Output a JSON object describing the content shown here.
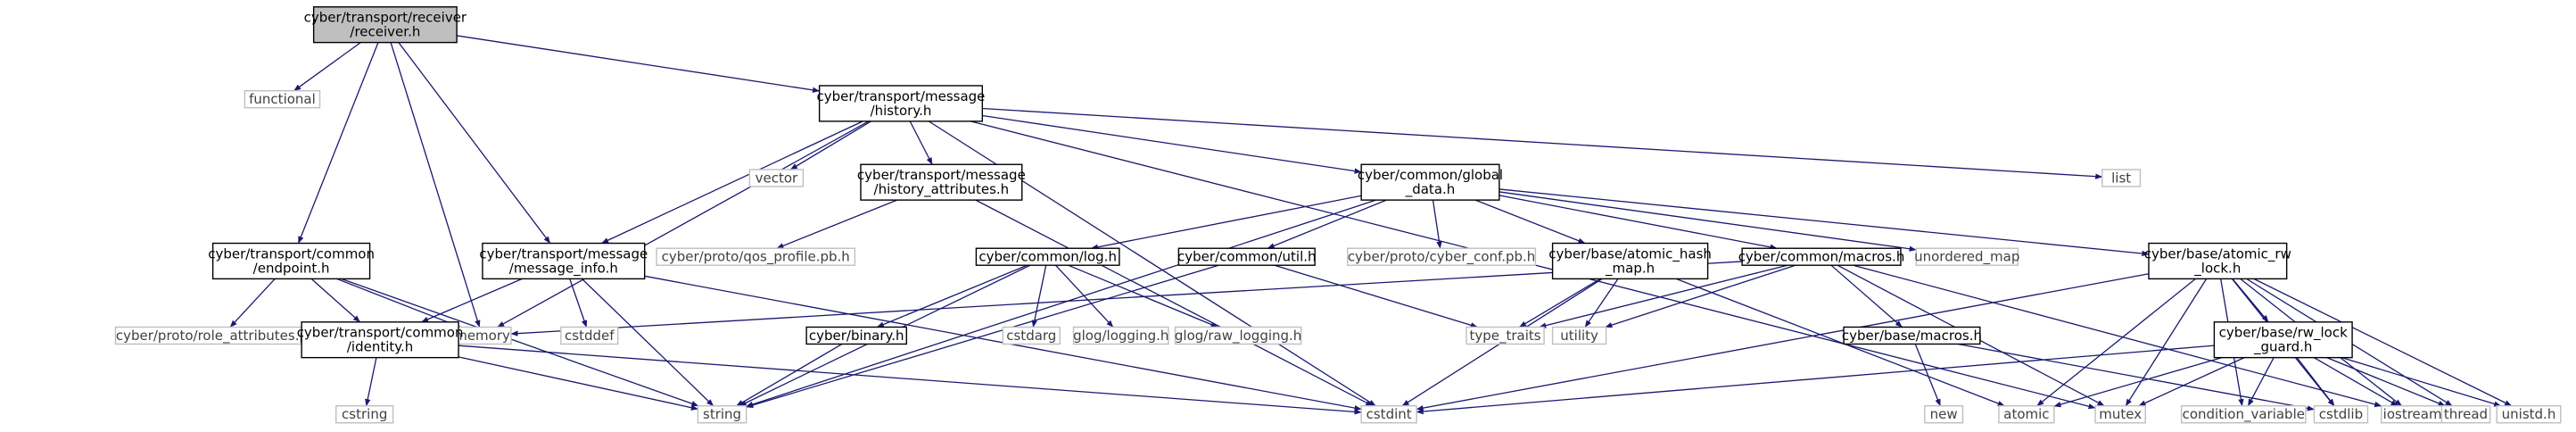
{
  "colors": {
    "edge": "#191970",
    "main_border": "#000000",
    "ext_border": "#bfbfbf",
    "ext_text": "#404040",
    "root_fill": "#bfbfbf",
    "text": "#000000"
  },
  "nodes": {
    "receiver": {
      "kind": "root",
      "lines": [
        "cyber/transport/receiver",
        "/receiver.h"
      ]
    },
    "functional": {
      "kind": "ext",
      "lines": [
        "functional"
      ]
    },
    "history": {
      "kind": "file",
      "lines": [
        "cyber/transport/message",
        "/history.h"
      ]
    },
    "vector": {
      "kind": "ext",
      "lines": [
        "vector"
      ]
    },
    "history_attr": {
      "kind": "file",
      "lines": [
        "cyber/transport/message",
        "/history_attributes.h"
      ]
    },
    "global_data": {
      "kind": "file",
      "lines": [
        "cyber/common/global",
        "_data.h"
      ]
    },
    "list": {
      "kind": "ext",
      "lines": [
        "list"
      ]
    },
    "endpoint": {
      "kind": "file",
      "lines": [
        "cyber/transport/common",
        "/endpoint.h"
      ]
    },
    "message_info": {
      "kind": "file",
      "lines": [
        "cyber/transport/message",
        "/message_info.h"
      ]
    },
    "qos_profile": {
      "kind": "ext",
      "lines": [
        "cyber/proto/qos_profile.pb.h"
      ]
    },
    "log": {
      "kind": "file",
      "lines": [
        "cyber/common/log.h"
      ]
    },
    "util": {
      "kind": "file",
      "lines": [
        "cyber/common/util.h"
      ]
    },
    "cyber_conf": {
      "kind": "ext",
      "lines": [
        "cyber/proto/cyber_conf.pb.h"
      ]
    },
    "atomic_hash_map": {
      "kind": "file",
      "lines": [
        "cyber/base/atomic_hash",
        "_map.h"
      ]
    },
    "common_macros": {
      "kind": "file",
      "lines": [
        "cyber/common/macros.h"
      ]
    },
    "unordered_map": {
      "kind": "ext",
      "lines": [
        "unordered_map"
      ]
    },
    "atomic_rw_lock": {
      "kind": "file",
      "lines": [
        "cyber/base/atomic_rw",
        "_lock.h"
      ]
    },
    "role_attributes": {
      "kind": "ext",
      "lines": [
        "cyber/proto/role_attributes.pb.h"
      ]
    },
    "memory": {
      "kind": "ext",
      "lines": [
        "memory"
      ]
    },
    "identity": {
      "kind": "file",
      "lines": [
        "cyber/transport/common",
        "/identity.h"
      ]
    },
    "cstddef": {
      "kind": "ext",
      "lines": [
        "cstddef"
      ]
    },
    "cstdarg": {
      "kind": "ext",
      "lines": [
        "cstdarg"
      ]
    },
    "glog_logging": {
      "kind": "ext",
      "lines": [
        "glog/logging.h"
      ]
    },
    "glog_raw": {
      "kind": "ext",
      "lines": [
        "glog/raw_logging.h"
      ]
    },
    "type_traits": {
      "kind": "ext",
      "lines": [
        "type_traits"
      ]
    },
    "utility": {
      "kind": "ext",
      "lines": [
        "utility"
      ]
    },
    "binary": {
      "kind": "file",
      "lines": [
        "cyber/binary.h"
      ]
    },
    "base_macros": {
      "kind": "file",
      "lines": [
        "cyber/base/macros.h"
      ]
    },
    "rw_lock_guard": {
      "kind": "file",
      "lines": [
        "cyber/base/rw_lock",
        "_guard.h"
      ]
    },
    "cstring": {
      "kind": "ext",
      "lines": [
        "cstring"
      ]
    },
    "string": {
      "kind": "ext",
      "lines": [
        "string"
      ]
    },
    "cstdint": {
      "kind": "ext",
      "lines": [
        "cstdint"
      ]
    },
    "new": {
      "kind": "ext",
      "lines": [
        "new"
      ]
    },
    "atomic": {
      "kind": "ext",
      "lines": [
        "atomic"
      ]
    },
    "mutex": {
      "kind": "ext",
      "lines": [
        "mutex"
      ]
    },
    "condition_variable": {
      "kind": "ext",
      "lines": [
        "condition_variable"
      ]
    },
    "cstdlib": {
      "kind": "ext",
      "lines": [
        "cstdlib"
      ]
    },
    "iostream": {
      "kind": "ext",
      "lines": [
        "iostream"
      ]
    },
    "thread": {
      "kind": "ext",
      "lines": [
        "thread"
      ]
    },
    "unistd": {
      "kind": "ext",
      "lines": [
        "unistd.h"
      ]
    }
  },
  "edges": [
    [
      "receiver",
      "functional"
    ],
    [
      "receiver",
      "history"
    ],
    [
      "receiver",
      "endpoint"
    ],
    [
      "receiver",
      "message_info"
    ],
    [
      "receiver",
      "memory"
    ],
    [
      "history",
      "vector"
    ],
    [
      "history",
      "history_attr"
    ],
    [
      "history",
      "global_data"
    ],
    [
      "history",
      "list"
    ],
    [
      "history",
      "message_info"
    ],
    [
      "history",
      "memory"
    ],
    [
      "history",
      "cstdint"
    ],
    [
      "history",
      "mutex"
    ],
    [
      "history_attr",
      "qos_profile"
    ],
    [
      "history_attr",
      "cstdint"
    ],
    [
      "global_data",
      "log"
    ],
    [
      "global_data",
      "util"
    ],
    [
      "global_data",
      "cyber_conf"
    ],
    [
      "global_data",
      "atomic_hash_map"
    ],
    [
      "global_data",
      "common_macros"
    ],
    [
      "global_data",
      "unordered_map"
    ],
    [
      "global_data",
      "atomic_rw_lock"
    ],
    [
      "global_data",
      "string"
    ],
    [
      "endpoint",
      "role_attributes"
    ],
    [
      "endpoint",
      "memory"
    ],
    [
      "endpoint",
      "identity"
    ],
    [
      "endpoint",
      "string"
    ],
    [
      "message_info",
      "identity"
    ],
    [
      "message_info",
      "cstddef"
    ],
    [
      "message_info",
      "string"
    ],
    [
      "message_info",
      "cstdint"
    ],
    [
      "identity",
      "cstring"
    ],
    [
      "identity",
      "string"
    ],
    [
      "identity",
      "cstdint"
    ],
    [
      "log",
      "cstdarg"
    ],
    [
      "log",
      "glog_logging"
    ],
    [
      "log",
      "glog_raw"
    ],
    [
      "log",
      "binary"
    ],
    [
      "log",
      "string"
    ],
    [
      "binary",
      "string"
    ],
    [
      "util",
      "type_traits"
    ],
    [
      "util",
      "string"
    ],
    [
      "atomic_hash_map",
      "type_traits"
    ],
    [
      "atomic_hash_map",
      "utility"
    ],
    [
      "atomic_hash_map",
      "atomic"
    ],
    [
      "atomic_hash_map",
      "cstdint"
    ],
    [
      "common_macros",
      "memory"
    ],
    [
      "common_macros",
      "type_traits"
    ],
    [
      "common_macros",
      "utility"
    ],
    [
      "common_macros",
      "base_macros"
    ],
    [
      "common_macros",
      "mutex"
    ],
    [
      "common_macros",
      "iostream"
    ],
    [
      "base_macros",
      "new"
    ],
    [
      "base_macros",
      "cstdlib"
    ],
    [
      "atomic_rw_lock",
      "rw_lock_guard"
    ],
    [
      "atomic_rw_lock",
      "cstdint"
    ],
    [
      "atomic_rw_lock",
      "atomic"
    ],
    [
      "atomic_rw_lock",
      "mutex"
    ],
    [
      "atomic_rw_lock",
      "condition_variable"
    ],
    [
      "atomic_rw_lock",
      "cstdlib"
    ],
    [
      "atomic_rw_lock",
      "iostream"
    ],
    [
      "atomic_rw_lock",
      "thread"
    ],
    [
      "atomic_rw_lock",
      "unistd"
    ],
    [
      "rw_lock_guard",
      "cstdint"
    ],
    [
      "rw_lock_guard",
      "atomic"
    ],
    [
      "rw_lock_guard",
      "mutex"
    ],
    [
      "rw_lock_guard",
      "condition_variable"
    ],
    [
      "rw_lock_guard",
      "cstdlib"
    ],
    [
      "rw_lock_guard",
      "iostream"
    ],
    [
      "rw_lock_guard",
      "thread"
    ],
    [
      "rw_lock_guard",
      "unistd"
    ]
  ]
}
